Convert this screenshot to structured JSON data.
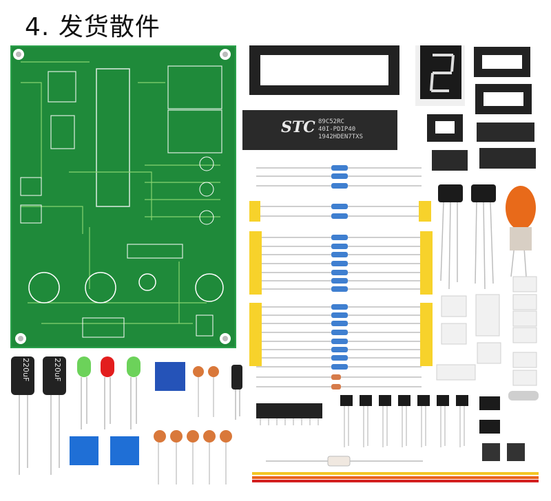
{
  "title": {
    "number": "4.",
    "text": "发货散件"
  },
  "chip": {
    "brand": "STC",
    "line1": "89C52RC",
    "line2": "40I-PDIP40",
    "line3": "1942HDEN7TXS"
  },
  "capacitors": {
    "left_label": "220uF",
    "right_label": "220uF"
  }
}
